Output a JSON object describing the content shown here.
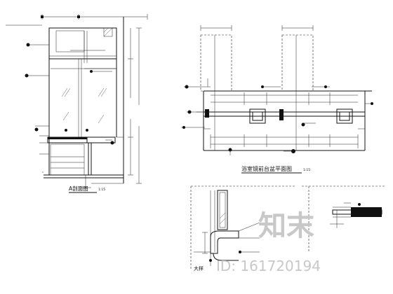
{
  "drawing": {
    "title_left": "A剖面图",
    "scale_left": "1:15",
    "title_right": "浴室镜前台盆平面图",
    "scale_right": "1:15",
    "detail_label": "大样",
    "watermark_cn": "知末",
    "watermark_id": "ID: 161720194"
  },
  "colors": {
    "line": "#111111",
    "watermark": "#c8c8c8",
    "background": "#ffffff"
  }
}
